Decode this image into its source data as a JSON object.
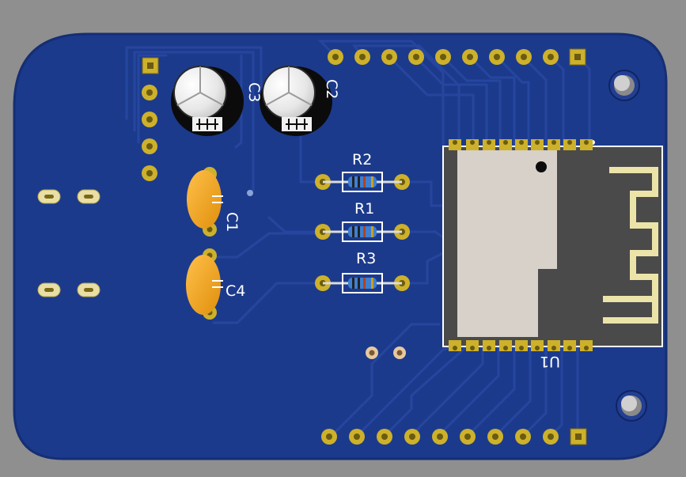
{
  "colors": {
    "background": "#8f8f8f",
    "board": "#1c3a8c",
    "board_edge": "#122c70",
    "trace": "#24449c",
    "copper": "#cdb12a",
    "silkscreen": "#ffffff",
    "module": "#4a4a4a",
    "shield": "#d7d1c9",
    "capacitor_ceramic": "#f2a91e",
    "capacitor_electrolytic": "#101010",
    "resistor_body": "#3f7fd0"
  },
  "components": {
    "c3": {
      "label": "C3"
    },
    "c2": {
      "label": "C2"
    },
    "c1": {
      "label": "C1"
    },
    "c4": {
      "label": "C4"
    },
    "r2": {
      "label": "R2"
    },
    "r1": {
      "label": "R1"
    },
    "r3": {
      "label": "R3"
    },
    "u1": {
      "label": "U1"
    }
  },
  "icons": {
    "mounting_hole": "mounting-hole-icon",
    "pad": "pad-icon",
    "antenna": "antenna-icon"
  }
}
